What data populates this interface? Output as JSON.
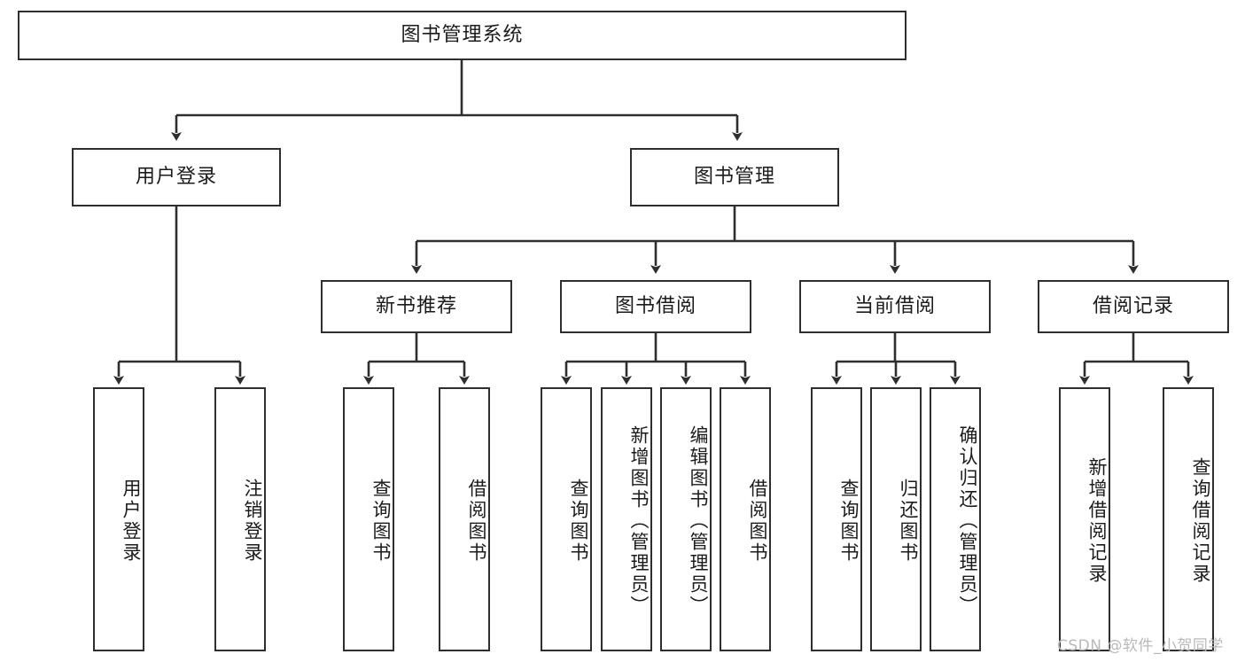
{
  "diagram": {
    "type": "tree-hierarchy-chart",
    "title": "图书管理系统",
    "levels": {
      "level1": [
        {
          "id": "root",
          "label": "图书管理系统"
        }
      ],
      "level2": [
        {
          "id": "user-login",
          "label": "用户登录"
        },
        {
          "id": "book-manage",
          "label": "图书管理"
        }
      ],
      "level3": [
        {
          "id": "new-book-recommend",
          "label": "新书推荐"
        },
        {
          "id": "book-borrow",
          "label": "图书借阅"
        },
        {
          "id": "current-borrow",
          "label": "当前借阅"
        },
        {
          "id": "borrow-record",
          "label": "借阅记录"
        }
      ],
      "level4": [
        {
          "id": "leaf-user-login",
          "label": "用户登录"
        },
        {
          "id": "leaf-logout-login",
          "label": "注销登录"
        },
        {
          "id": "leaf-query-book-1",
          "label": "查询图书"
        },
        {
          "id": "leaf-borrow-book-1",
          "label": "借阅图书"
        },
        {
          "id": "leaf-query-book-2",
          "label": "查询图书"
        },
        {
          "id": "leaf-add-book",
          "label": "新增图书（管理员）"
        },
        {
          "id": "leaf-edit-book",
          "label": "编辑图书（管理员）"
        },
        {
          "id": "leaf-borrow-book-2",
          "label": "借阅图书"
        },
        {
          "id": "leaf-query-book-3",
          "label": "查询图书"
        },
        {
          "id": "leaf-return-book",
          "label": "归还图书"
        },
        {
          "id": "leaf-confirm-return",
          "label": "确认归还（管理员）"
        },
        {
          "id": "leaf-add-record",
          "label": "新增借阅记录"
        },
        {
          "id": "leaf-query-record",
          "label": "查询借阅记录"
        }
      ]
    },
    "colors": {
      "box_border": "#2e2e2e",
      "box_fill": "#ffffff",
      "connector": "#2e2e2e",
      "text": "#1b1b1b",
      "watermark": "#b9b9b9",
      "background": "#ffffff"
    }
  },
  "watermark": {
    "text": "CSDN @软件_小贺同学"
  }
}
